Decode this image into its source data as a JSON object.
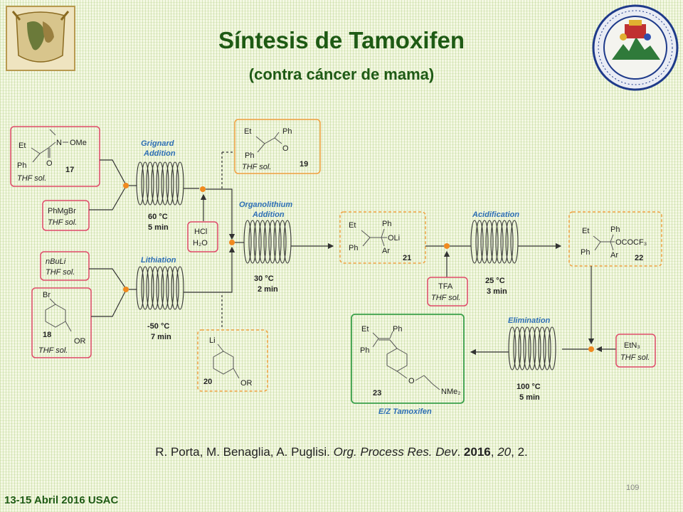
{
  "header": {
    "title": "Síntesis de Tamoxifen",
    "subtitle": "(contra cáncer de mama)"
  },
  "logos": {
    "left": "UNAM crest",
    "right": "USAC seal"
  },
  "steps": {
    "grignard_1": "Grignard",
    "grignard_2": "Addition",
    "organolithium_1": "Organolithium",
    "organolithium_2": "Addition",
    "lithiation": "Lithiation",
    "acidification": "Acidification",
    "elimination": "Elimination"
  },
  "conditions": {
    "grignard_temp": "60 °C",
    "grignard_time": "5 min",
    "lithiation_temp": "-50 °C",
    "lithiation_time": "7 min",
    "organolithium_temp": "30 °C",
    "organolithium_time": "2 min",
    "acidification_temp": "25 °C",
    "acidification_time": "3 min",
    "elimination_temp": "100 °C",
    "elimination_time": "5 min"
  },
  "reagents": {
    "c17_a": "Et",
    "c17_b": "N",
    "c17_c": "OMe",
    "c17_d": "Ph",
    "c17_e": "O",
    "c17_num": "17",
    "c17_sol": "THF sol.",
    "phmgbr": "PhMgBr",
    "phmgbr_sol": "THF sol.",
    "nbuli": "nBuLi",
    "nbuli_sol": "THF sol.",
    "c18_a": "Br",
    "c18_num": "18",
    "c18_b": "OR",
    "c18_sol": "THF sol.",
    "hcl": "HCl",
    "h2o": "H₂O",
    "tfa": "TFA",
    "tfa_sol": "THF sol.",
    "etn3": "EtN₃",
    "etn3_sol": "THF sol."
  },
  "intermediates": {
    "c19_a": "Et",
    "c19_b": "Ph",
    "c19_c": "Ph",
    "c19_d": "O",
    "c19_sol": "THF sol.",
    "c19_num": "19",
    "c20_a": "Li",
    "c20_num": "20",
    "c20_b": "OR",
    "c21_a": "Et",
    "c21_b": "Ph",
    "c21_c": "OLi",
    "c21_d": "Ph",
    "c21_e": "Ar",
    "c21_num": "21",
    "c22_a": "Et",
    "c22_b": "Ph",
    "c22_c": "OCOCF₃",
    "c22_d": "Ph",
    "c22_e": "Ar",
    "c22_num": "22"
  },
  "product": {
    "a": "Et",
    "b": "Ph",
    "c": "Ph",
    "d": "O",
    "e": "NMe₂",
    "num": "23",
    "caption": "E/Z Tamoxifen"
  },
  "reference": {
    "authors": "R. Porta, M. Benaglia, A. Puglisi.",
    "journal": "Org. Process Res. Dev",
    "sep1": ". ",
    "year": "2016",
    "sep2": ", ",
    "volume": "20",
    "pages": ", 2."
  },
  "footer": {
    "date": "13-15 Abril 2016 USAC",
    "page_number": "109"
  },
  "colors": {
    "title": "#1e5a14",
    "step_label": "#2e6fb5",
    "reagent_box": "#e04a6a",
    "intermediate_box": "#f0a040",
    "product_box": "#3aa04a",
    "mixer_dot": "#f08a20"
  }
}
